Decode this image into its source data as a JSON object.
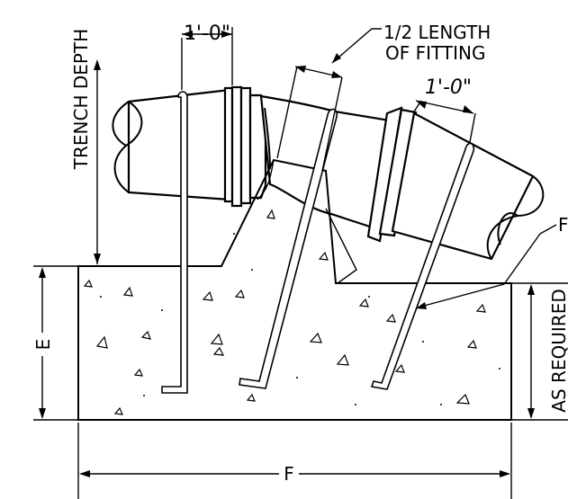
{
  "labels": {
    "top_dim": "1'-0\"",
    "half_length": "1/2 LENGTH",
    "of_fitting": "OF FITTING",
    "right_dim": "1'-0\"",
    "trench_depth": "TRENCH DEPTH",
    "dim_e": "E",
    "dim_f": "F",
    "as_required": "AS REQUIRED",
    "right_callout": "F"
  }
}
